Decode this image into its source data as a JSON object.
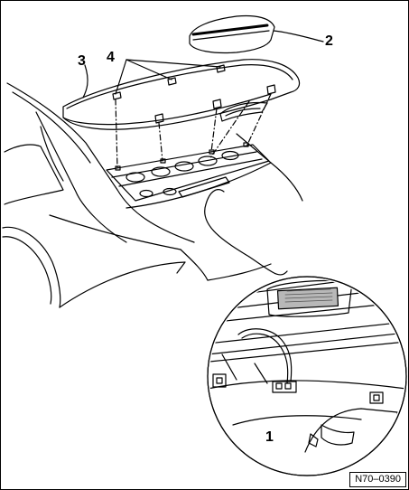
{
  "callouts": {
    "c1": "1",
    "c2": "2",
    "c3": "3",
    "c4": "4"
  },
  "figure_code": "N70–0390",
  "colors": {
    "line": "#000000",
    "background": "#ffffff",
    "shade": "#b8b8b8"
  }
}
